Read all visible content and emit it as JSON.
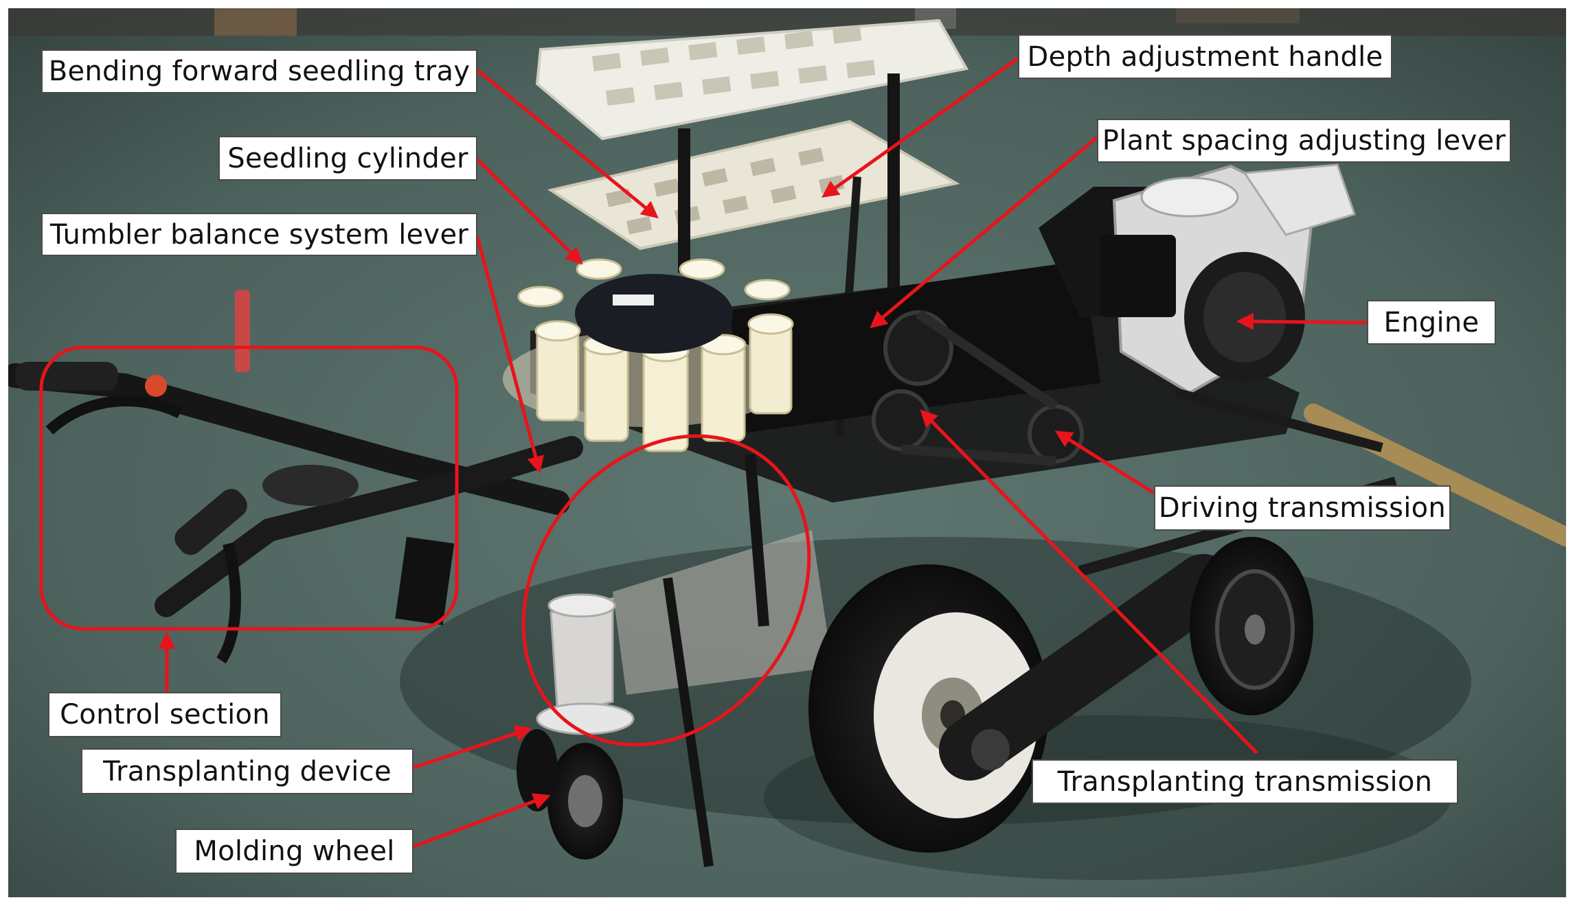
{
  "colors": {
    "annotation": "#e8141b",
    "label_border": "#4a4a4a",
    "label_background": "#ffffff",
    "floor": "#4f6560"
  },
  "labels": {
    "bending_forward_seedling_tray": "Bending forward seedling tray",
    "depth_adjustment_handle": "Depth adjustment handle",
    "seedling_cylinder": "Seedling cylinder",
    "plant_spacing_adjusting_lever": "Plant spacing adjusting lever",
    "tumbler_balance_system_lever": "Tumbler balance system lever",
    "engine": "Engine",
    "driving_transmission": "Driving transmission",
    "control_section": "Control section",
    "transplanting_device": "Transplanting device",
    "transplanting_transmission": "Transplanting transmission",
    "molding_wheel": "Molding wheel"
  }
}
